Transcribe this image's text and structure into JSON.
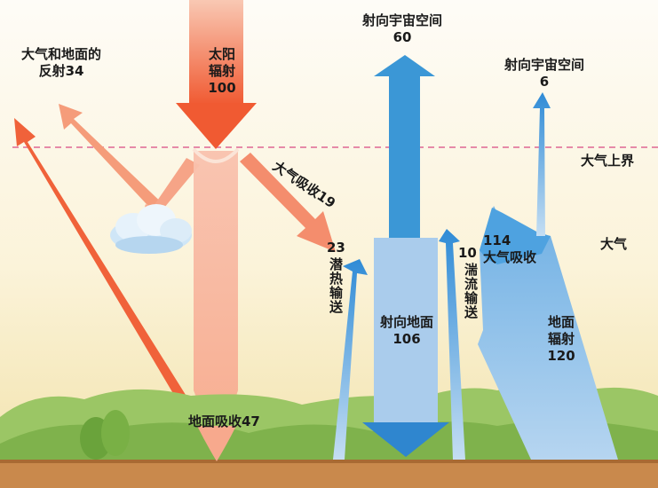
{
  "labels": {
    "reflect_line1": "大气和地面的",
    "reflect_line2": "反射34",
    "sun_line1": "太阳",
    "sun_line2": "辐射",
    "sun_line3": "100",
    "atm_absorb": "大气吸收19",
    "space60_line1": "射向宇宙空间",
    "space60_line2": "60",
    "space6_line1": "射向宇宙空间",
    "space6_line2": "6",
    "upper_boundary": "大气上界",
    "atmosphere": "大气",
    "latent_num": "23",
    "latent_text": "潜热输送",
    "turb_num": "10",
    "turb_text": "湍流输送",
    "absorb114_line1": "114",
    "absorb114_line2": "大气吸收",
    "ground106_line1": "射向地面",
    "ground106_line2": "106",
    "ground_rad_line1": "地面",
    "ground_rad_line2": "辐射",
    "ground_rad_line3": "120",
    "ground_absorb": "地面吸收47"
  },
  "colors": {
    "solar": "#f26a3e",
    "solar_light": "#f8b39a",
    "longwave": "#3b97d6",
    "longwave_light": "#a8cdee",
    "boundary": "#e68aa8",
    "hills": "#8fbf5a",
    "ground": "#c9894c",
    "sky_top": "#fdfaf4",
    "sky_bottom": "#f4e7b5"
  }
}
